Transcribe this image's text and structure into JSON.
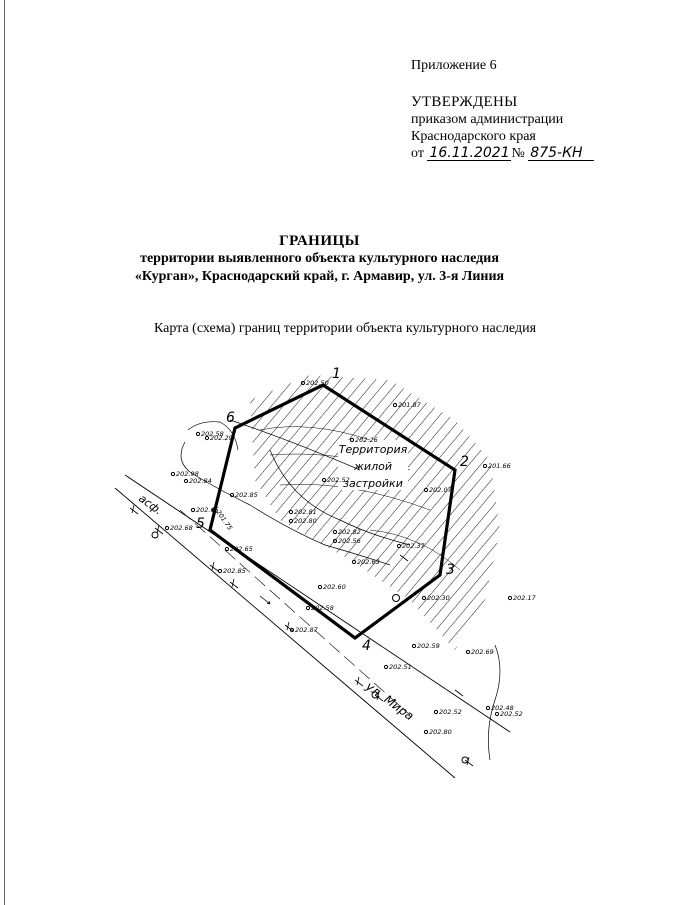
{
  "header": {
    "appendix": "Приложение 6",
    "approved": "УТВЕРЖДЕНЫ",
    "approved_by_line1": "приказом администрации",
    "approved_by_line2": "Краснодарского края",
    "date_prefix": "от",
    "date_value": "16.11.2021",
    "number_sign": "№",
    "number_value": "875-КН"
  },
  "title": {
    "main": "ГРАНИЦЫ",
    "line2": "территории выявленного объекта культурного наследия",
    "line3": "«Курган», Краснодарский край, г. Армавир, ул. 3-я Линия"
  },
  "map_caption": "Карта (схема) границ территории объекта культурного наследия",
  "map": {
    "vertex_labels": [
      "1",
      "2",
      "3",
      "4",
      "5",
      "6"
    ],
    "zone_label_lines": [
      "Территория",
      "жилой",
      "застройки"
    ],
    "street_label": "ул. Мира",
    "road_surface": "асф.",
    "elevations": [
      "202.50",
      "201.87",
      "202.26",
      "201.66",
      "202.58",
      "202.29",
      "202.98",
      "202.84",
      "202.85",
      "202.52",
      "202.07",
      "202.65",
      "201.75",
      "202.68",
      "202.81",
      "202.80",
      "202.82",
      "202.56",
      "202.37",
      "202.63",
      "202.65",
      "202.85",
      "202.60",
      "202.30",
      "202.17",
      "202.58",
      "202.87",
      "202.59",
      "202.69",
      "202.51",
      "202.52",
      "202.48",
      "202.52",
      "202.80"
    ]
  }
}
